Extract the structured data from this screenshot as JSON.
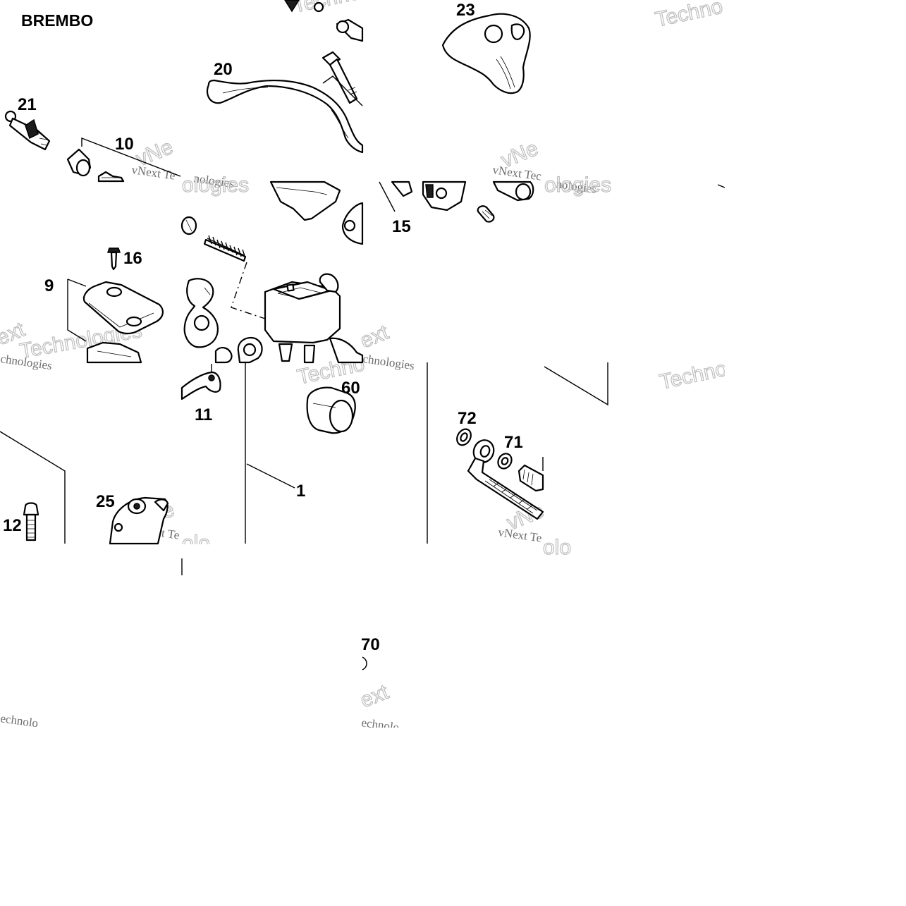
{
  "diagram": {
    "brand_label": "BREMBO",
    "callouts": [
      "23",
      "20",
      "21",
      "10",
      "15",
      "16",
      "9",
      "60",
      "11",
      "72",
      "71",
      "1",
      "25",
      "12",
      "70"
    ],
    "watermark": {
      "sans_text": "Technologies",
      "serif_text": "vNext Technologies",
      "fragments": [
        "Techno",
        "Techno",
        "Techno",
        "vNext Te",
        "vNext Tec",
        "vNext Te",
        "vNext Te",
        "ext",
        "ext",
        "ext",
        "nologies",
        "nologies",
        "chnologies",
        "chnologies",
        "echnolo",
        "echnolo",
        "Technologies",
        "Techno",
        "vNe",
        "vNe",
        "vNe",
        "vNe",
        "ologies",
        "ologies",
        "olo",
        "olo"
      ]
    }
  }
}
